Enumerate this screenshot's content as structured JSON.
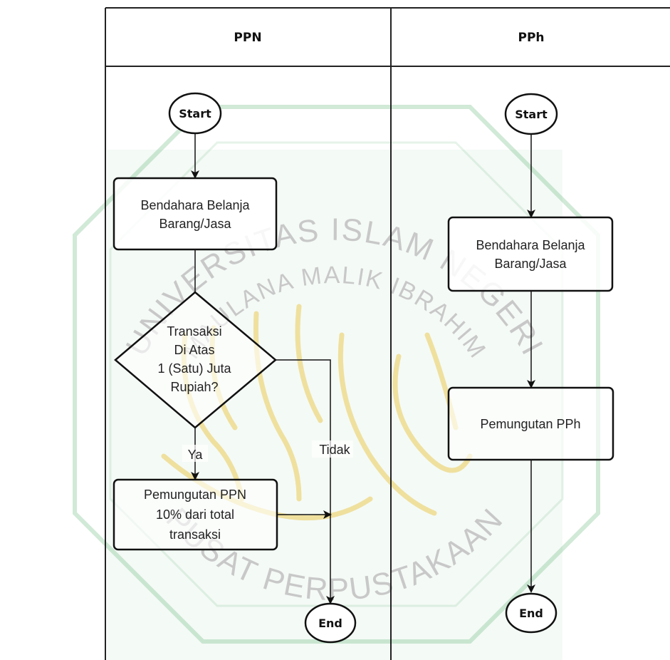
{
  "watermark": {
    "top_text": "UNIVERSITAS ISLAM NEGERI",
    "middle_text": "MAULANA MALIK IBRAHIM",
    "bottom_text": "PUSAT PERPUSTAKAAN",
    "green": "#2e9b4a",
    "gold": "#e8c233"
  },
  "lanes": {
    "ppn": {
      "header": "PPN",
      "start": "Start",
      "process1": [
        "Bendahara Belanja",
        "Barang/Jasa"
      ],
      "decision": [
        "Transaksi",
        "Di Atas",
        "1 (Satu) Juta",
        "Rupiah?"
      ],
      "yes_label": "Ya",
      "no_label": "Tidak",
      "process2": [
        "Pemungutan PPN",
        "10% dari total",
        "transaksi"
      ],
      "end": "End"
    },
    "pph": {
      "header": "PPh",
      "start": "Start",
      "process1": [
        "Bendahara Belanja",
        "Barang/Jasa"
      ],
      "process2": [
        "Pemungutan PPh"
      ],
      "end": "End"
    }
  }
}
